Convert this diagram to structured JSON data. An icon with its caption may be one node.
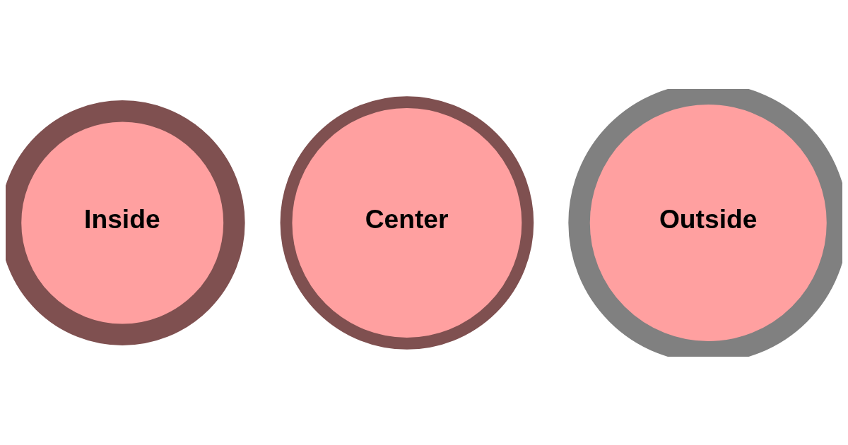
{
  "diagram": {
    "nodes": [
      {
        "text": [
          "Inside"
        ]
      },
      {
        "text": [
          "Center"
        ]
      },
      {
        "text": [
          "Outside"
        ]
      }
    ]
  }
}
